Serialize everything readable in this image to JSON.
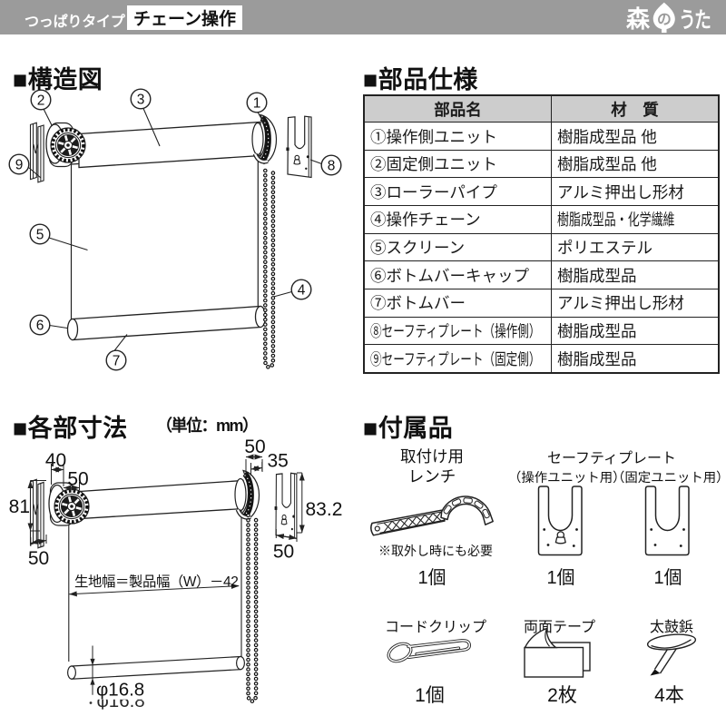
{
  "header": {
    "product_type": "つっぱりタイプ",
    "operation_type": "チェーン操作",
    "brand_kanji": "森",
    "brand_particle": "の",
    "brand_kana": "うた"
  },
  "colors": {
    "bar_gray": "#9b9b9b",
    "table_header_gray": "#cdcdcd",
    "ink": "#1a1a1a"
  },
  "structure": {
    "title": "■構造図",
    "callouts": [
      "1",
      "2",
      "3",
      "4",
      "5",
      "6",
      "7",
      "8",
      "9"
    ]
  },
  "parts": {
    "title": "■部品仕様",
    "columns": [
      "部品名",
      "材　質"
    ],
    "rows": [
      [
        "①操作側ユニット",
        "樹脂成型品 他"
      ],
      [
        "②固定側ユニット",
        "樹脂成型品 他"
      ],
      [
        "③ローラーパイプ",
        "アルミ押出し形材"
      ],
      [
        "④操作チェーン",
        "樹脂成型品・化学繊維"
      ],
      [
        "⑤スクリーン",
        "ポリエステル"
      ],
      [
        "⑥ボトムバーキャップ",
        "樹脂成型品"
      ],
      [
        "⑦ボトムバー",
        "アルミ押出し形材"
      ],
      [
        "⑧セーフティプレート（操作側）",
        "樹脂成型品"
      ],
      [
        "⑨セーフティプレート（固定側）",
        "樹脂成型品"
      ]
    ]
  },
  "dimensions": {
    "title": "■各部寸法",
    "unit_note": "（単位：mm）",
    "labels": {
      "fixed_unit_depth": "40",
      "fixed_unit_width": "50",
      "fixed_plate_height": "81",
      "fixed_plate_width": "50",
      "op_unit_width": "50",
      "op_bracket_width": "35",
      "op_plate_height": "83.2",
      "op_plate_width": "50",
      "fabric_width": "生地幅＝製品幅（W）－42",
      "bar_diameter": "φ16.8",
      "bar_diameter_ghost": "φ16.8"
    }
  },
  "accessories": {
    "title": "■付属品",
    "wrench": {
      "label_line1": "取付け用",
      "label_line2": "レンチ",
      "note": "※取外し時にも必要",
      "qty": "1個"
    },
    "safety_plates": {
      "label": "セーフティプレート",
      "sub_left": "（操作ユニット用）",
      "sub_right": "（固定ユニット用）",
      "qty_left": "1個",
      "qty_right": "1個"
    },
    "cord_clip": {
      "label": "コードクリップ",
      "qty": "1個"
    },
    "tape": {
      "label": "両面テープ",
      "qty": "2枚"
    },
    "tack": {
      "label": "太鼓鋲",
      "qty": "4本"
    }
  }
}
